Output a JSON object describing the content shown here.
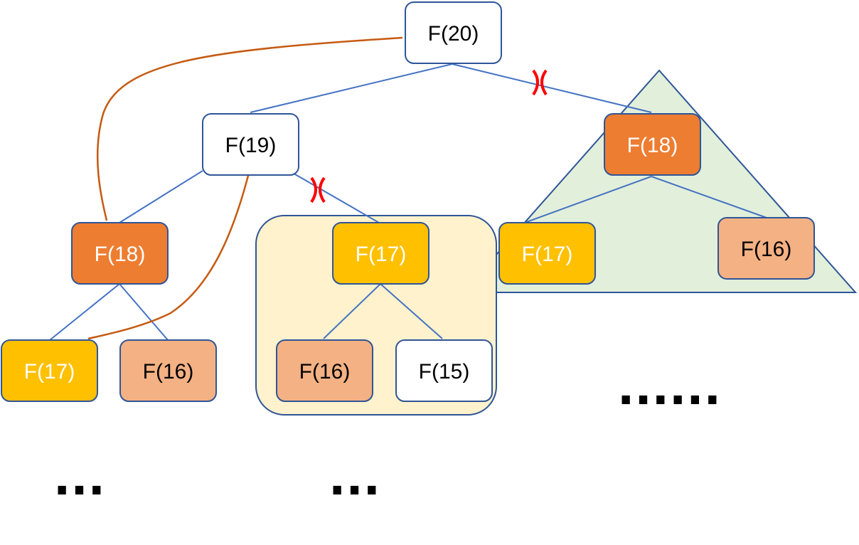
{
  "colors": {
    "edge": "#4472C4",
    "node_border": "#2F5597",
    "memo_curve": "#C55A11",
    "cut_mark": "#FF0000",
    "white_node": "#FFFFFF",
    "orange_node": "#ED7D31",
    "yellow_node": "#FFC000",
    "peach_node": "#F4B183",
    "highlight_box": "#FFF2CC",
    "pruned_triangle": "#E2EFDA"
  },
  "nodes": [
    {
      "id": "f20",
      "label": "F(20)",
      "style": "white"
    },
    {
      "id": "f19",
      "label": "F(19)",
      "style": "white"
    },
    {
      "id": "f18_right",
      "label": "F(18)",
      "style": "orange"
    },
    {
      "id": "f18_left",
      "label": "F(18)",
      "style": "orange"
    },
    {
      "id": "f17_mid",
      "label": "F(17)",
      "style": "yellow"
    },
    {
      "id": "f17_right",
      "label": "F(17)",
      "style": "yellow"
    },
    {
      "id": "f16_right",
      "label": "F(16)",
      "style": "peach"
    },
    {
      "id": "f17_left",
      "label": "F(17)",
      "style": "yellow"
    },
    {
      "id": "f16_left",
      "label": "F(16)",
      "style": "peach"
    },
    {
      "id": "f16_mid",
      "label": "F(16)",
      "style": "peach"
    },
    {
      "id": "f15",
      "label": "F(15)",
      "style": "white"
    }
  ],
  "ellipses": {
    "right": "......",
    "left": "...",
    "middle": "..."
  }
}
